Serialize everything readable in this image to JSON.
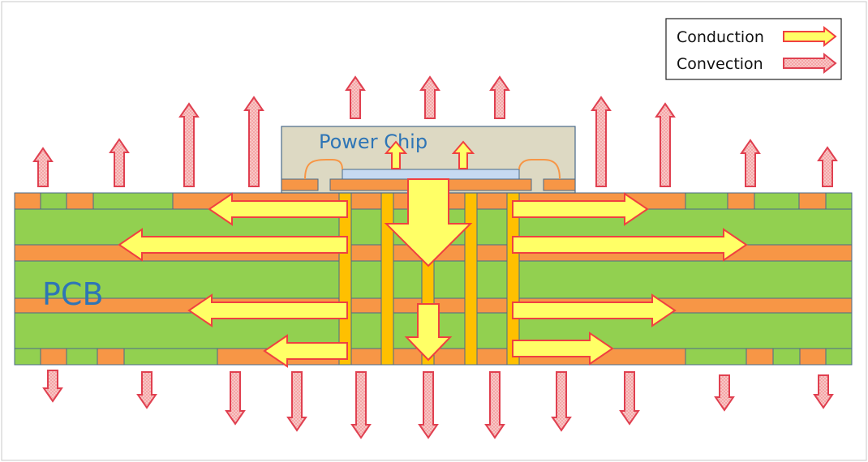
{
  "labels": {
    "pcb": "PCB",
    "chip": "Power Chip"
  },
  "legend": {
    "conduction": "Conduction",
    "convection": "Convection"
  },
  "colors": {
    "pcb_green": "#92d050",
    "copper_orange": "#f79646",
    "via_orange": "#ffc000",
    "chip_body": "#ddd9c3",
    "die_blue": "#c6d9f1",
    "conduction_fill": "#ffff66",
    "conduction_stroke": "#f04040",
    "convection_fill": "#f4a6a6",
    "convection_stroke": "#e04050",
    "label_blue": "#2e75b6"
  },
  "icons": {
    "conduction_arrow": "conduction-arrow-icon",
    "convection_arrow": "convection-arrow-icon"
  }
}
